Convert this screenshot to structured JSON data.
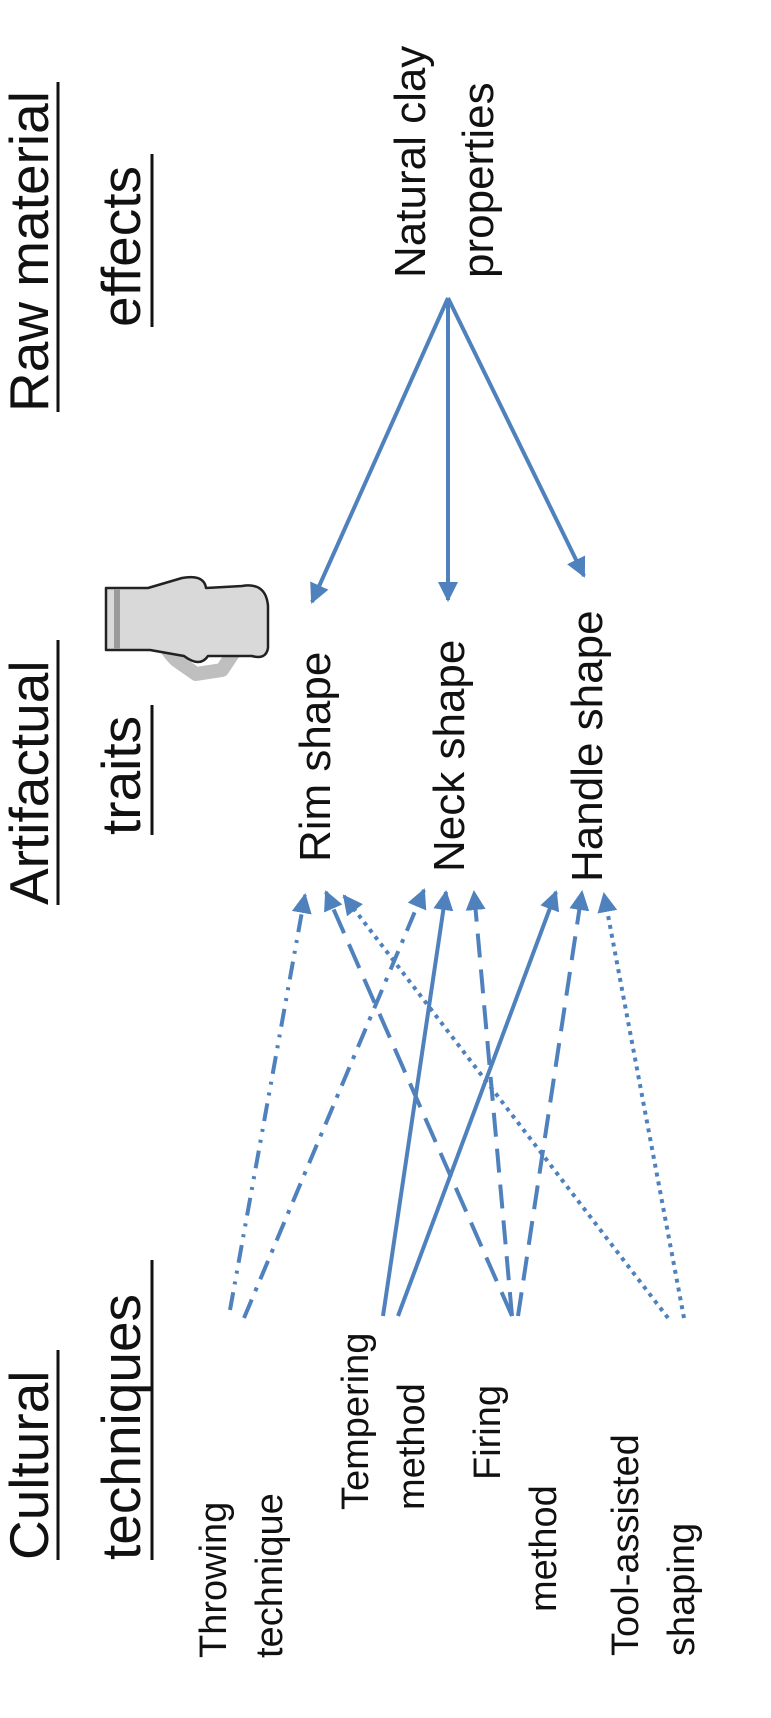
{
  "headings": {
    "cultural": [
      "Cultural",
      "techniques"
    ],
    "artifactual": [
      "Artifactual",
      "traits"
    ],
    "raw_material": [
      "Raw material",
      "effects"
    ]
  },
  "techniques": {
    "throwing": [
      "Throwing",
      "technique"
    ],
    "tempering": [
      "Tempering",
      "method"
    ],
    "firing": [
      "Firing",
      "method"
    ],
    "tool": [
      "Tool-assisted",
      "shaping"
    ]
  },
  "traits": {
    "rim": "Rim shape",
    "neck": "Neck shape",
    "handle": "Handle shape"
  },
  "raw": [
    "Natural clay",
    "properties"
  ],
  "colors": {
    "arrow": "#4f81bd",
    "jug_fill": "#d9d9d9",
    "jug_band": "#9a9a9a",
    "handle": "#bfbfbf"
  },
  "links": [
    {
      "from": "raw",
      "to": "rim",
      "style": "solid"
    },
    {
      "from": "raw",
      "to": "neck",
      "style": "solid"
    },
    {
      "from": "raw",
      "to": "handle",
      "style": "solid"
    },
    {
      "from": "throwing",
      "to": "rim",
      "style": "dash-dot-dot"
    },
    {
      "from": "throwing",
      "to": "neck",
      "style": "dash-dot"
    },
    {
      "from": "tempering",
      "to": "neck",
      "style": "solid"
    },
    {
      "from": "tempering",
      "to": "handle",
      "style": "solid"
    },
    {
      "from": "firing",
      "to": "rim",
      "style": "long-dash"
    },
    {
      "from": "firing",
      "to": "neck",
      "style": "dash"
    },
    {
      "from": "firing",
      "to": "handle",
      "style": "dash"
    },
    {
      "from": "tool",
      "to": "rim",
      "style": "dotted"
    },
    {
      "from": "tool",
      "to": "handle",
      "style": "dotted"
    }
  ]
}
